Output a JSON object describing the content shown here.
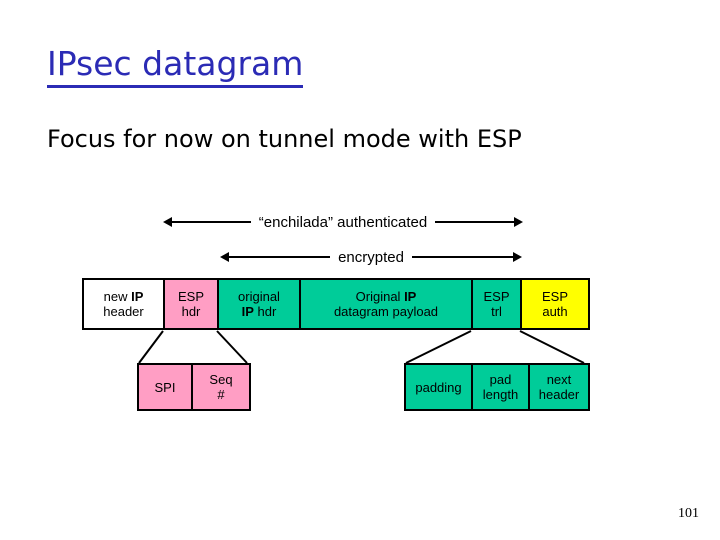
{
  "slide": {
    "title": "IPsec datagram",
    "subtitle": "Focus for now on tunnel mode with ESP",
    "page_number": "101",
    "colors": {
      "title": "#2b2bb5",
      "text": "#000000",
      "pink": "#ff9ec4",
      "green": "#00cc99",
      "yellow": "#ffff00",
      "white": "#ffffff",
      "line": "#000000"
    }
  },
  "annotations": {
    "authenticated": {
      "label": "“enchilada” authenticated",
      "left_head": "arrow-head-left",
      "right_head": "arrow-head-right"
    },
    "encrypted": {
      "label": "encrypted",
      "left_head": "arrow-head-left",
      "right_head": "arrow-head-right"
    }
  },
  "datagram": {
    "fields": [
      {
        "name": "new-ip-header",
        "line1": "new ",
        "line1_bold": "IP",
        "line2": "header",
        "color": "white",
        "width": 81
      },
      {
        "name": "esp-hdr",
        "line1": "ESP",
        "line1_bold": "",
        "line2": "hdr",
        "color": "pink",
        "width": 54
      },
      {
        "name": "original-ip-hdr",
        "line1": "original",
        "line1_bold": "",
        "line2_bold": "IP",
        "line2": " hdr",
        "color": "green",
        "width": 82
      },
      {
        "name": "original-ip-datagram-payload",
        "line1": "Original ",
        "line1_bold": "IP",
        "line2": "datagram payload",
        "color": "green",
        "width": 172
      },
      {
        "name": "esp-trl",
        "line1": "ESP",
        "line1_bold": "",
        "line2": "trl",
        "color": "green",
        "width": 49
      },
      {
        "name": "esp-auth",
        "line1": "ESP",
        "line1_bold": "",
        "line2": "auth",
        "color": "yellow",
        "width": 66
      }
    ]
  },
  "esp_header_detail": {
    "fields": [
      {
        "name": "spi",
        "line1": "SPI",
        "line2": "",
        "color": "pink",
        "width": 54
      },
      {
        "name": "seq-number",
        "line1": "Seq",
        "line2": "#",
        "color": "pink",
        "width": 56
      }
    ]
  },
  "esp_trailer_detail": {
    "fields": [
      {
        "name": "padding",
        "line1": "padding",
        "line2": "",
        "color": "green",
        "width": 67
      },
      {
        "name": "pad-length",
        "line1": "pad",
        "line2": "length",
        "color": "green",
        "width": 57
      },
      {
        "name": "next-header",
        "line1": "next",
        "line2": "header",
        "color": "green",
        "width": 58
      }
    ]
  }
}
